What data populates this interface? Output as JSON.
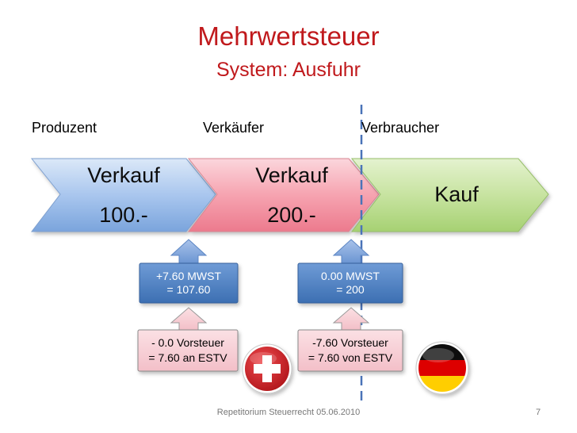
{
  "title": "Mehrwertsteuer",
  "subtitle": "System: Ausfuhr",
  "roles": {
    "producer": "Produzent",
    "seller": "Verkäufer",
    "consumer": "Verbraucher"
  },
  "chevrons": {
    "c1": {
      "line1": "Verkauf",
      "line2": "100.-"
    },
    "c2": {
      "line1": "Verkauf",
      "line2": "200.-"
    },
    "c3": {
      "line1": "Kauf"
    }
  },
  "mwst": {
    "left": {
      "line1": "+7.60 MWST",
      "line2": "= 107.60"
    },
    "right": {
      "line1": "0.00 MWST",
      "line2": "= 200"
    }
  },
  "vorsteuer": {
    "left": {
      "line1": "- 0.0 Vorsteuer",
      "line2": "= 7.60 an ESTV"
    },
    "right": {
      "line1": "-7.60 Vorsteuer",
      "line2": "= 7.60 von ESTV"
    }
  },
  "footer": "Repetitorium Steuerrecht 05.06.2010",
  "page_number": "7",
  "colors": {
    "title": "#c0191c",
    "chevron_blue": "#8fb4e3",
    "chevron_pink": "#f28b9c",
    "chevron_green": "#b9dc8a",
    "box_blue": "#4a7fc0",
    "swiss_red": "#d21c22",
    "german_black": "#111111",
    "german_red": "#dd0000",
    "german_gold": "#ffce00"
  },
  "icons": {
    "swiss_flag": "swiss-flag-icon",
    "german_flag": "german-flag-icon"
  }
}
